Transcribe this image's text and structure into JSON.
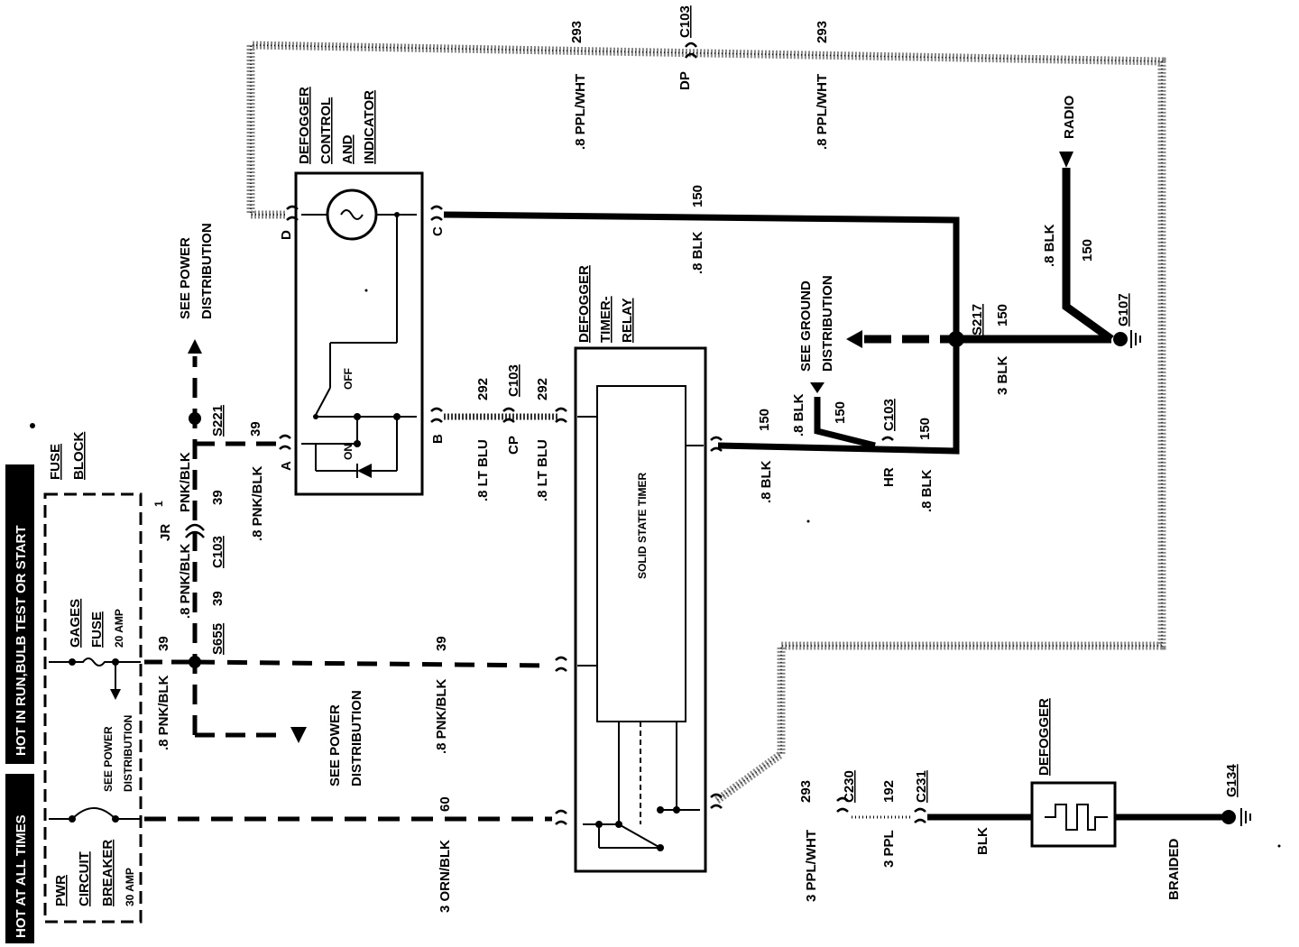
{
  "banners": {
    "hot_at_all_times": "HOT AT ALL TIMES",
    "hot_in_run": "HOT IN RUN,BULB TEST OR START"
  },
  "fuse_block": {
    "title_1": "FUSE",
    "title_2": "BLOCK"
  },
  "breaker": {
    "l1": "PWR",
    "l2": "CIRCUIT",
    "l3": "BREAKER",
    "rating": "30 AMP"
  },
  "gages": {
    "l1": "GAGES",
    "l2": "FUSE",
    "rating": "20 AMP"
  },
  "see_power": {
    "l1": "SEE POWER",
    "l2": "DISTRIBUTION"
  },
  "see_ground": {
    "l1": "SEE GROUND",
    "l2": "DISTRIBUTION"
  },
  "control": {
    "l1": "DEFOGGER",
    "l2": "CONTROL",
    "l3": "AND",
    "l4": "INDICATOR",
    "off": "OFF",
    "on": "ON",
    "pin_a": "A",
    "pin_b": "B",
    "pin_c": "C",
    "pin_d": "D"
  },
  "timer": {
    "l1": "DEFOGGER",
    "l2": "TIMER-",
    "l3": "RELAY",
    "inner": "SOLID STATE TIMER"
  },
  "defogger": {
    "title": "DEFOGGER"
  },
  "splices": {
    "s221": "S221",
    "s655": "S655",
    "s217": "S217"
  },
  "grounds": {
    "g107": "G107",
    "g134": "G134"
  },
  "connectors": {
    "c103": "C103",
    "c230": "C230",
    "c231": "C231",
    "jr": "JR",
    "cp": "CP",
    "dp": "DP",
    "hr": "HR"
  },
  "radio": "RADIO",
  "wires": {
    "w_pnk_blk_08": ".8 PNK/BLK",
    "w_pnk_blk": "PNK/BLK",
    "w_ppl_wht_08": ".8 PPL/WHT",
    "w_blk_08": ".8 BLK",
    "w_lt_blu_08": ".8 LT BLU",
    "w_blk_3": "3 BLK",
    "w_orn_blk_3": "3 ORN/BLK",
    "w_ppl_wht_3": "3 PPL/WHT",
    "w_ppl_3": "3 PPL",
    "w_blk": "BLK",
    "w_braided": "BRAIDED",
    "n39": "39",
    "n60": "60",
    "n150": "150",
    "n292": "292",
    "n293": "293",
    "n192": "192",
    "n1": "1"
  }
}
